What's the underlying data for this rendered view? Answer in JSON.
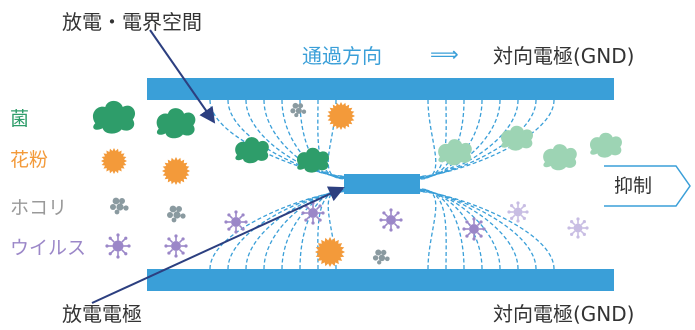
{
  "labels": {
    "discharge_field": "放電・電界空間",
    "direction": "通過方向",
    "counter_top": "対向電極(GND)",
    "counter_bottom": "対向電極(GND)",
    "electrode": "放電電極",
    "suppress": "抑制"
  },
  "legend": {
    "bacteria": "菌",
    "pollen": "花粉",
    "dust": "ホコリ",
    "virus": "ウイルス"
  },
  "colors": {
    "electrode": "#3a9fd8",
    "field_line": "#3a9fd8",
    "bacteria": "#2e9d6a",
    "bacteria_suppressed": "#9dd4b4",
    "pollen": "#f39a3a",
    "dust": "#8a9aa0",
    "virus": "#9b87c8",
    "virus_suppressed": "#c8bde3",
    "legend_bacteria": "#2e9d6a",
    "legend_pollen": "#f39a3a",
    "legend_dust": "#999999",
    "legend_virus": "#9b87c8",
    "pointer": "#2c3f80"
  }
}
